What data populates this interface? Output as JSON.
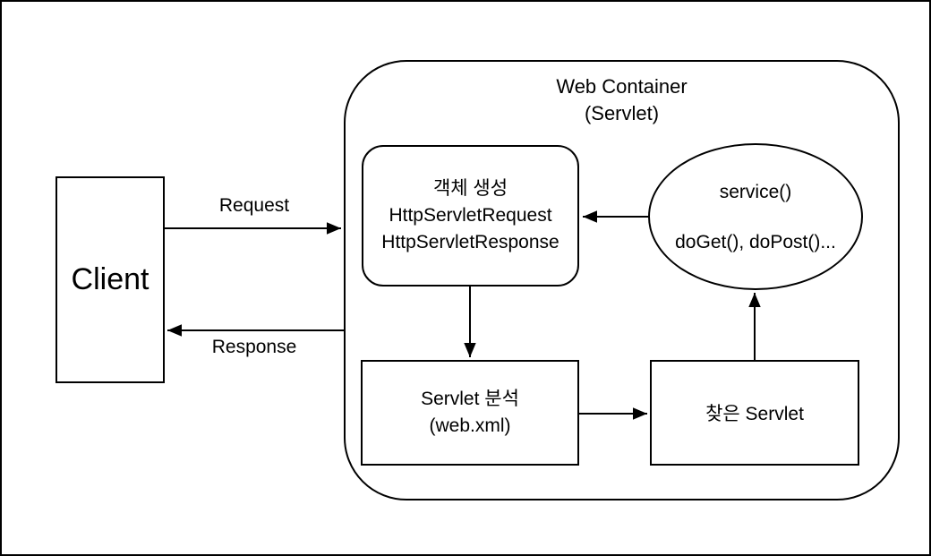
{
  "diagram": {
    "background": "#ffffff",
    "stroke_color": "#000000",
    "client": {
      "label": "Client"
    },
    "web_container": {
      "title": "Web Container",
      "subtitle": "(Servlet)"
    },
    "object_creation": {
      "lines": [
        "객체 생성",
        "HttpServletRequest",
        "HttpServletResponse"
      ]
    },
    "service_ellipse": {
      "method": "service()",
      "submethods": "doGet(), doPost()..."
    },
    "servlet_analysis": {
      "title": "Servlet 분석",
      "subtitle": "(web.xml)"
    },
    "found_servlet": {
      "label": "찾은 Servlet"
    },
    "flows": {
      "request": "Request",
      "response": "Response"
    }
  }
}
